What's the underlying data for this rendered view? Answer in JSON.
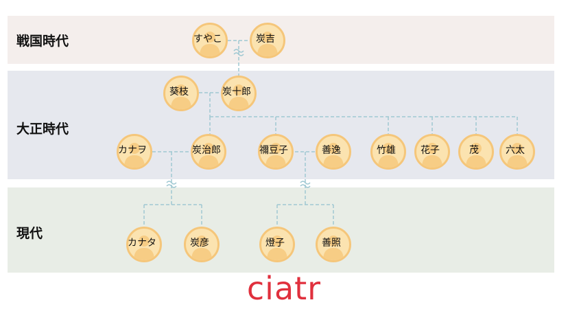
{
  "eras": {
    "sengoku": "戦国時代",
    "taisho": "大正時代",
    "gendai": "現代"
  },
  "people": {
    "suyako": "すやこ",
    "sumikichi": "炭吉",
    "aoi_eda": "葵枝",
    "tanjuro": "炭十郎",
    "kanawo": "カナヲ",
    "tanjiro": "炭治郎",
    "nezuko": "禰豆子",
    "zenitsu": "善逸",
    "takeo": "竹雄",
    "hanako": "花子",
    "shigeru": "茂",
    "rokuta": "六太",
    "kanata": "カナタ",
    "sumihiko": "炭彦",
    "touko": "燈子",
    "yoshiteru": "善照"
  },
  "logo": "ciatr",
  "colors": {
    "band_sengoku": "#f4eeec",
    "band_taisho": "#e6e8ee",
    "band_gendai": "#e8ede6",
    "node_fill": "#fbe3b0",
    "node_border": "#f5c67a",
    "line": "#9fc8d2",
    "logo": "#e0303d"
  }
}
